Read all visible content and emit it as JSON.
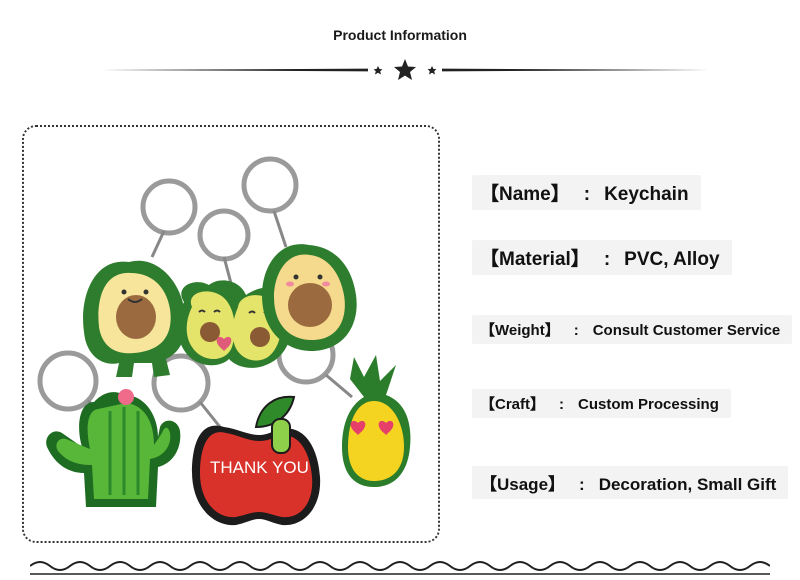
{
  "header": {
    "title": "Product Information"
  },
  "product_image": {
    "keychain_text": "THANK YOU"
  },
  "specs": [
    {
      "label": "【Name】",
      "separator": ":",
      "value": "Keychain"
    },
    {
      "label": "【Material】",
      "separator": ":",
      "value": "PVC, Alloy"
    },
    {
      "label": "【Weight】",
      "separator": ":",
      "value": "Consult Customer Service"
    },
    {
      "label": "【Craft】",
      "separator": ":",
      "value": "Custom Processing"
    },
    {
      "label": "【Usage】",
      "separator": ":",
      "value": "Decoration, Small Gift"
    }
  ],
  "icons": {
    "divider": "star-icon"
  },
  "colors": {
    "text": "#111111",
    "row_background": "#f3f3f3",
    "frame_border": "#333333"
  }
}
